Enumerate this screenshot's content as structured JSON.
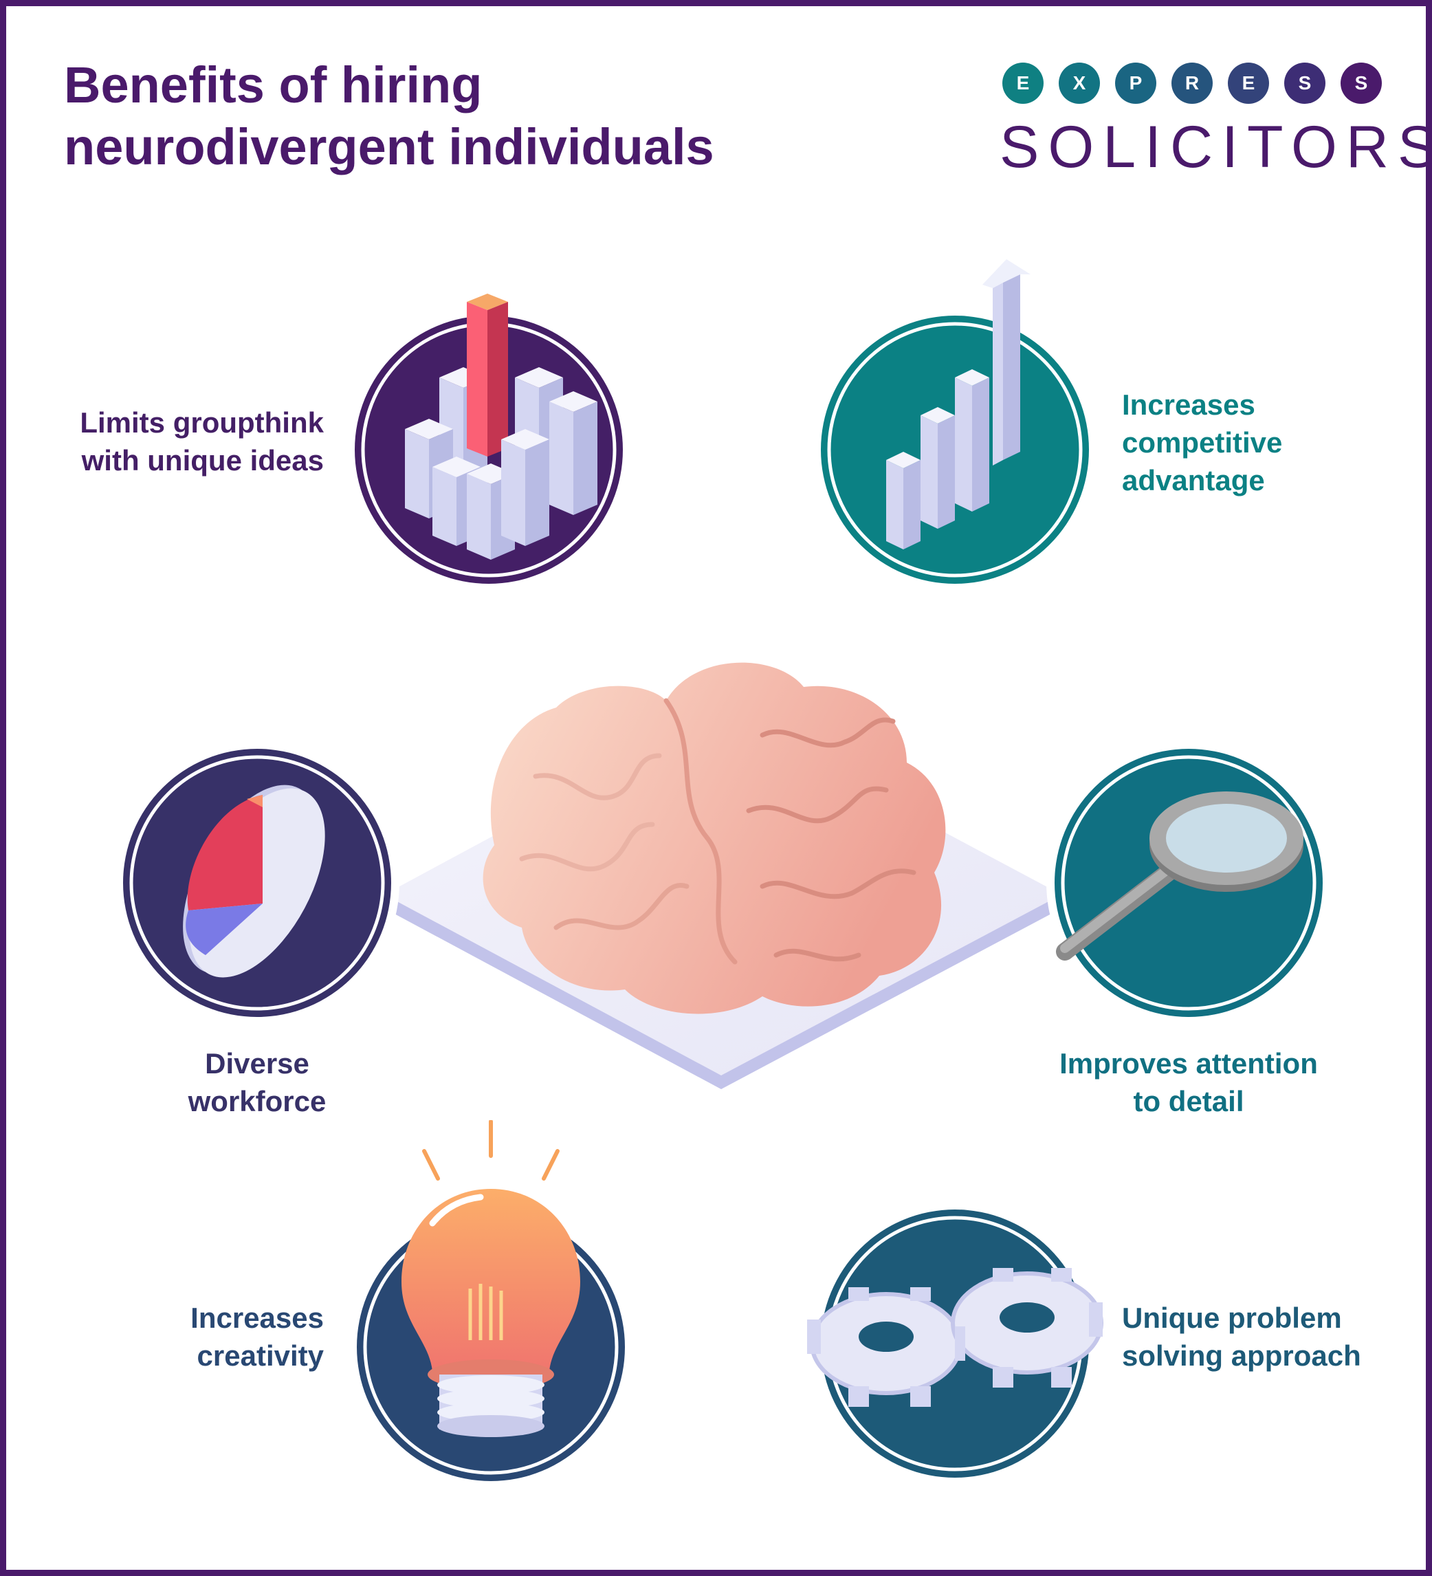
{
  "title": {
    "line1": "Benefits of hiring",
    "line2": "neurodivergent individuals"
  },
  "logo": {
    "letters": [
      "E",
      "X",
      "P",
      "R",
      "E",
      "S",
      "S"
    ],
    "dot_colors": [
      "#0f8082",
      "#127483",
      "#1a6582",
      "#25547d",
      "#33437a",
      "#3d2d75",
      "#4a1a6b"
    ],
    "word": "SOLICITORS"
  },
  "colors": {
    "brand_purple": "#4a1a6b",
    "circle_purple": "#441f66",
    "circle_teal": "#0b8184",
    "circle_indigo": "#373168",
    "circle_dark_teal": "#107082",
    "circle_navy": "#294873",
    "circle_steel": "#1d5a78"
  },
  "benefits": [
    {
      "line1": "Limits groupthink",
      "line2": "with unique ideas",
      "icon": "bar-chart-icon",
      "color": "#441f66"
    },
    {
      "line1": "Increases",
      "line2": "competitive",
      "line3": "advantage",
      "icon": "growth-chart-icon",
      "color": "#0b8184"
    },
    {
      "line1": "Diverse",
      "line2": "workforce",
      "icon": "pie-chart-icon",
      "color": "#373168"
    },
    {
      "line1": "Improves attention",
      "line2": "to detail",
      "icon": "magnifying-glass-icon",
      "color": "#107082"
    },
    {
      "line1": "Increases",
      "line2": "creativity",
      "icon": "light-bulb-icon",
      "color": "#294873"
    },
    {
      "line1": "Unique problem",
      "line2": "solving approach",
      "icon": "gears-icon",
      "color": "#1d5a78"
    }
  ]
}
